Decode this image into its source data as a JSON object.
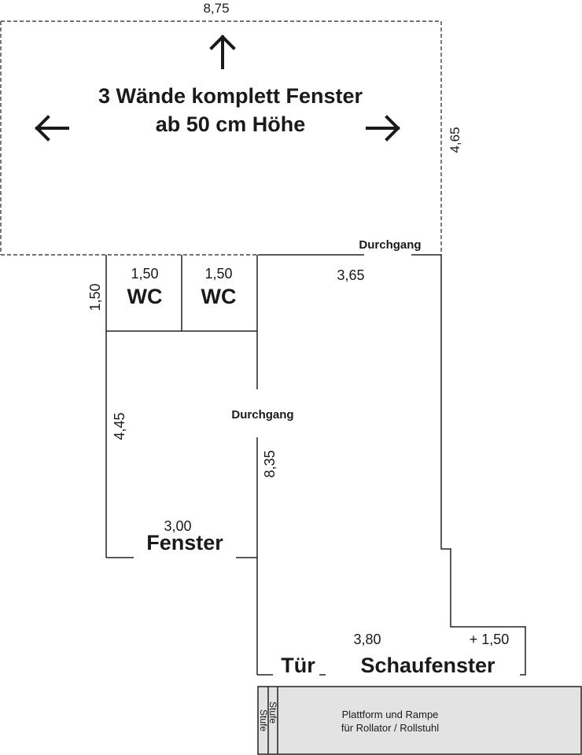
{
  "upper_room": {
    "width": "8,75",
    "depth": "4,65",
    "note_line1": "3 Wände komplett Fenster",
    "note_line2": "ab 50 cm Höhe",
    "passage": "Durchgang"
  },
  "wc_rooms": [
    {
      "width": "1,50",
      "label": "WC"
    },
    {
      "width": "1,50",
      "label": "WC"
    }
  ],
  "wc_depth": "1,50",
  "main_room_width": "3,65",
  "left_room": {
    "depth": "4,45",
    "width": "3,00",
    "window_label": "Fenster"
  },
  "middle": {
    "passage": "Durchgang",
    "length": "8,35"
  },
  "front": {
    "width": "3,80",
    "extra": "+ 1,50",
    "door_label": "Tür",
    "shop_window_label": "Schaufenster"
  },
  "platform": {
    "step1": "Stufe",
    "step2": "Stufe",
    "line1": "Plattform und Rampe",
    "line2": "für Rollator / Rollstuhl",
    "fill_color": "#e3e3e3"
  }
}
